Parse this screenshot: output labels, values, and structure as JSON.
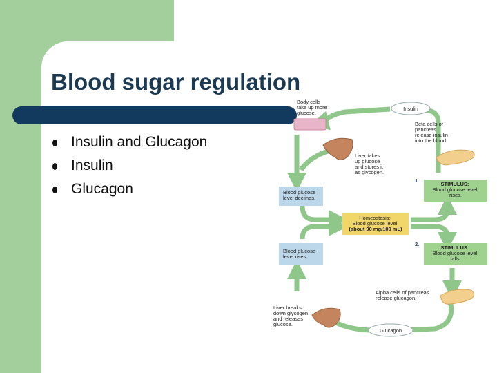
{
  "slide": {
    "title": "Blood sugar regulation",
    "bullets": [
      "Insulin and Glucagon",
      "Insulin",
      "Glucagon"
    ]
  },
  "diagram": {
    "body_cells": [
      "Body cells",
      "take up more",
      "glucose."
    ],
    "insulin_label": "Insulin",
    "beta_cells": [
      "Beta cells of",
      "pancreas",
      "release insulin",
      "into the blood."
    ],
    "liver_takes": [
      "Liver takes",
      "up glucose",
      "and stores it",
      "as glycogen."
    ],
    "step1": "1.",
    "stimulus1": [
      "STIMULUS:",
      "Blood glucose level",
      "rises."
    ],
    "declines_box": [
      "Blood glucose",
      "level declines."
    ],
    "homeostasis": [
      "Homeostasis:",
      "Blood glucose level",
      "(about 90 mg/100 mL)"
    ],
    "step2": "2.",
    "rises_box": [
      "Blood glucose",
      "level rises."
    ],
    "stimulus2": [
      "STIMULUS:",
      "Blood glucose level",
      "falls."
    ],
    "alpha_cells": [
      "Alpha cells of pancreas",
      "release glucagon."
    ],
    "liver_breaks": [
      "Liver breaks",
      "down glycogen",
      "and releases",
      "glucose."
    ],
    "glucagon_label": "Glucagon"
  },
  "colors": {
    "background_green": "#a2cf9c",
    "title_text": "#1c3a52",
    "title_rule": "#123a5e",
    "diagram_arrow": "#8fc68a",
    "blue_box": "#bcd7ea",
    "green_box": "#9fd28f",
    "homeostasis_box": "#f1d66a",
    "liver": "#c4855e",
    "pancreas": "#f2cf8c"
  }
}
